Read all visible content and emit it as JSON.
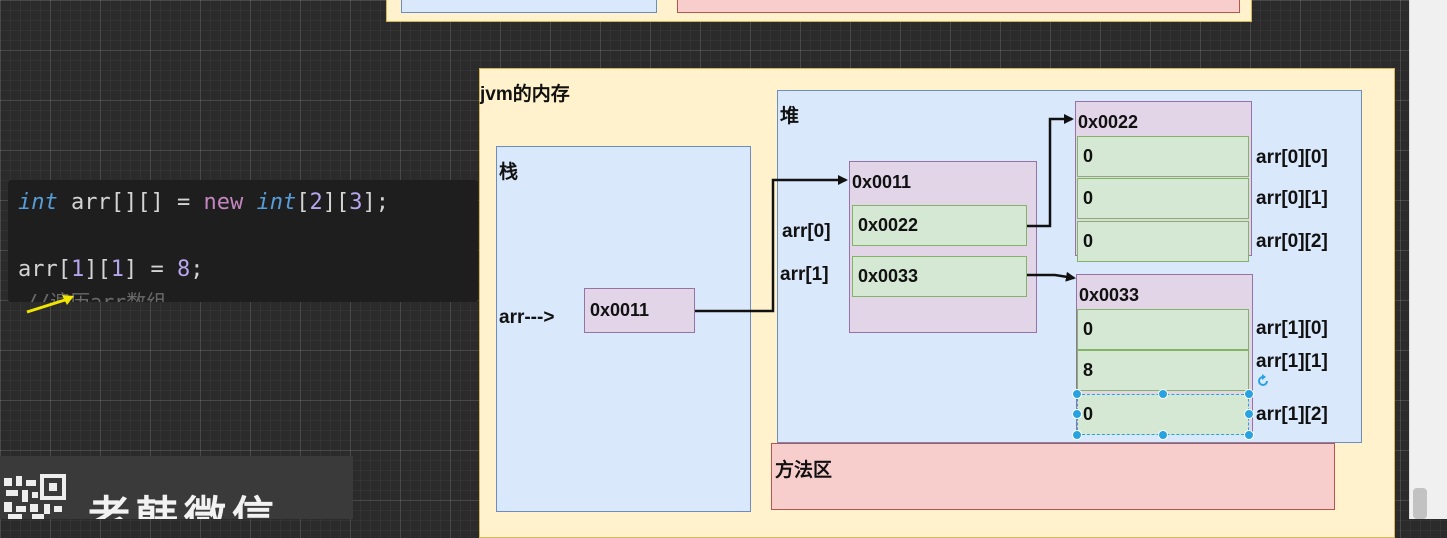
{
  "diagram": {
    "jvm_title": "jvm的内存",
    "stack": {
      "title": "栈",
      "var_label": "arr--->",
      "ref_value": "0x0011"
    },
    "heap": {
      "title": "堆",
      "outer": {
        "address": "0x0011",
        "rows": [
          {
            "label": "arr[0]",
            "value": "0x0022"
          },
          {
            "label": "arr[1]",
            "value": "0x0033"
          }
        ]
      },
      "inner0": {
        "address": "0x0022",
        "cells": [
          {
            "value": "0",
            "label": "arr[0][0]"
          },
          {
            "value": "0",
            "label": "arr[0][1]"
          },
          {
            "value": "0",
            "label": "arr[0][2]"
          }
        ]
      },
      "inner1": {
        "address": "0x0033",
        "cells": [
          {
            "value": "0",
            "label": "arr[1][0]"
          },
          {
            "value": "8",
            "label": "arr[1][1]"
          },
          {
            "value": "0",
            "label": "arr[1][2]"
          }
        ]
      }
    },
    "method_area": {
      "title": "方法区"
    }
  },
  "code": {
    "line1": {
      "t1": "int",
      "t2": " arr[][] = ",
      "t3": "new",
      "t4": " ",
      "t5": "int",
      "t6": "[",
      "t7": "2",
      "t8": "][",
      "t9": "3",
      "t10": "];"
    },
    "line2": {
      "t1": "arr[",
      "t2": "1",
      "t3": "][",
      "t4": "1",
      "t5": "] = ",
      "t6": "8",
      "t7": ";"
    },
    "partial_comment": "//遍历arr数组"
  },
  "watermark": {
    "text": "老韩微信"
  },
  "colors": {
    "green_fill": "#d5e8d4",
    "purple_fill": "#e1d5e7",
    "blue_fill": "#dae8fc",
    "red_fill": "#f8cecc",
    "yellow_fill": "#fff2cc",
    "selection": "#29a3e0"
  }
}
